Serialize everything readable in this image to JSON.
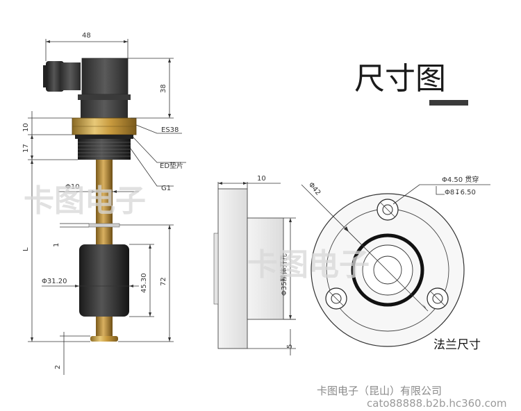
{
  "title": "尺寸图",
  "flange_caption": "法兰尺寸",
  "watermark": "卡图电子",
  "footer": {
    "company": "卡图电子（昆山）有限公司",
    "site": "cato88888.b2b.hc360.com"
  },
  "side_view": {
    "width_label": "48",
    "connector_height_label": "38",
    "nut_height_label": "10",
    "thread_height_label": "17",
    "nut_label": "ES38",
    "gasket_label": "ED垫片",
    "thread_label": "G1",
    "rod_diameter_label": "Φ10",
    "ring_gap_label": "1",
    "length_label": "L",
    "float_diameter_label": "Φ31.20",
    "float_height_label": "45.30",
    "float_span_label": "72",
    "tip_label": "2"
  },
  "flange_side": {
    "thickness_label": "10",
    "bore_label": "Φ35精体开孔",
    "step_label": "5"
  },
  "flange_front": {
    "pcd_label": "Φ42",
    "hole_label": "Φ4.50 贯穿",
    "counterbore_label": "Φ8↧6.50"
  },
  "colors": {
    "accent_bar": "#3a3a3a",
    "brass": "#c8a04a",
    "rod": "#b8892f",
    "float": "#2b2b2b",
    "housing": "#3a3a3a"
  }
}
